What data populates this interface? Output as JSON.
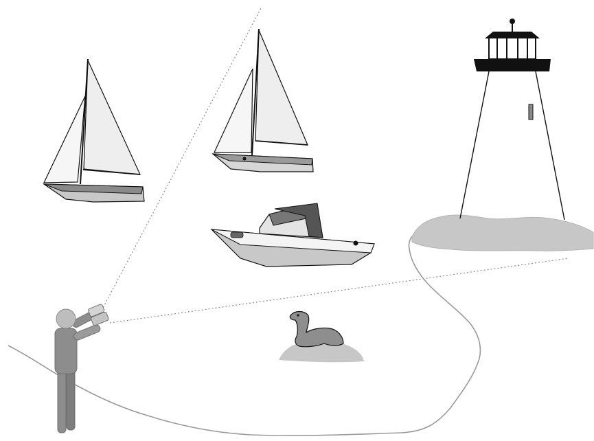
{
  "scene": {
    "colors": {
      "background": "#ffffff",
      "outline": "#111111",
      "shore": "#9a9a9a",
      "sight_line": "#8a8a8a",
      "sail": "#eeeeee",
      "hull": "#c8c8c8",
      "deck_dark": "#8a8a8a",
      "rock": "#c7c7c7",
      "seal": "#8e8e8e",
      "person": "#8d8d8d",
      "lighthouse_top": "#111111"
    },
    "objects": [
      "sailboat-left",
      "sailboat-right",
      "motorboat",
      "lighthouse",
      "seal-on-rock",
      "person-with-binoculars",
      "shoreline",
      "field-of-view-lines"
    ]
  }
}
